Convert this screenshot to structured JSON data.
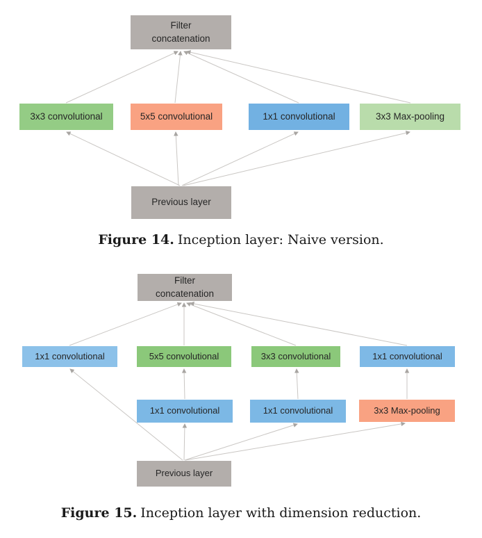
{
  "palette": {
    "gray_box": "#b3aeab",
    "green_strong": "#94cc85",
    "green_fig15": "#8bc87a",
    "green_light": "#b9dcab",
    "blue_fig14": "#72b1e2",
    "blue_light": "#8cc1e9",
    "blue_mid": "#7cb8e5",
    "salmon": "#f9a282",
    "edge_line": "#c9c6c3",
    "arrowhead": "#a8a5a2",
    "text": "#262626"
  },
  "fig14": {
    "nodes": {
      "concat": {
        "label": "Filter\nconcatenation",
        "color": "#b3aeab"
      },
      "conv3x3": {
        "label": "3x3 convolutional",
        "color": "#94cc85"
      },
      "conv5x5": {
        "label": "5x5 convolutional",
        "color": "#f9a282"
      },
      "conv1x1": {
        "label": "1x1 convolutional",
        "color": "#72b1e2"
      },
      "maxpool": {
        "label": "3x3 Max-pooling",
        "color": "#b9dcab"
      },
      "prev": {
        "label": "Previous layer",
        "color": "#b3aeab"
      }
    },
    "edges": [
      {
        "from": "prev",
        "to": "conv3x3"
      },
      {
        "from": "prev",
        "to": "conv5x5"
      },
      {
        "from": "prev",
        "to": "conv1x1"
      },
      {
        "from": "prev",
        "to": "maxpool"
      },
      {
        "from": "conv3x3",
        "to": "concat"
      },
      {
        "from": "conv5x5",
        "to": "concat"
      },
      {
        "from": "conv1x1",
        "to": "concat"
      },
      {
        "from": "maxpool",
        "to": "concat"
      }
    ],
    "caption": {
      "label": "Figure 14.",
      "text": "Inception layer: Naive version."
    }
  },
  "fig15": {
    "nodes": {
      "concat": {
        "label": "Filter\nconcatenation",
        "color": "#b3aeab"
      },
      "conv1x1_a": {
        "label": "1x1 convolutional",
        "color": "#8cc1e9"
      },
      "conv5x5": {
        "label": "5x5 convolutional",
        "color": "#8bc87a"
      },
      "conv3x3": {
        "label": "3x3 convolutional",
        "color": "#8bc87a"
      },
      "conv1x1_b": {
        "label": "1x1 convolutional",
        "color": "#7eb9e6"
      },
      "reduce1x1_a": {
        "label": "1x1 convolutional",
        "color": "#7cb8e5"
      },
      "reduce1x1_b": {
        "label": "1x1 convolutional",
        "color": "#7cb8e5"
      },
      "maxpool": {
        "label": "3x3 Max-pooling",
        "color": "#f9a282"
      },
      "prev": {
        "label": "Previous layer",
        "color": "#b3aeab"
      }
    },
    "edges": [
      {
        "from": "prev",
        "to": "conv1x1_a"
      },
      {
        "from": "prev",
        "to": "reduce1x1_a"
      },
      {
        "from": "prev",
        "to": "reduce1x1_b"
      },
      {
        "from": "prev",
        "to": "maxpool"
      },
      {
        "from": "reduce1x1_a",
        "to": "conv5x5"
      },
      {
        "from": "reduce1x1_b",
        "to": "conv3x3"
      },
      {
        "from": "maxpool",
        "to": "conv1x1_b"
      },
      {
        "from": "conv1x1_a",
        "to": "concat"
      },
      {
        "from": "conv5x5",
        "to": "concat"
      },
      {
        "from": "conv3x3",
        "to": "concat"
      },
      {
        "from": "conv1x1_b",
        "to": "concat"
      }
    ],
    "caption": {
      "label": "Figure 15.",
      "text": "Inception layer with dimension reduction."
    }
  }
}
